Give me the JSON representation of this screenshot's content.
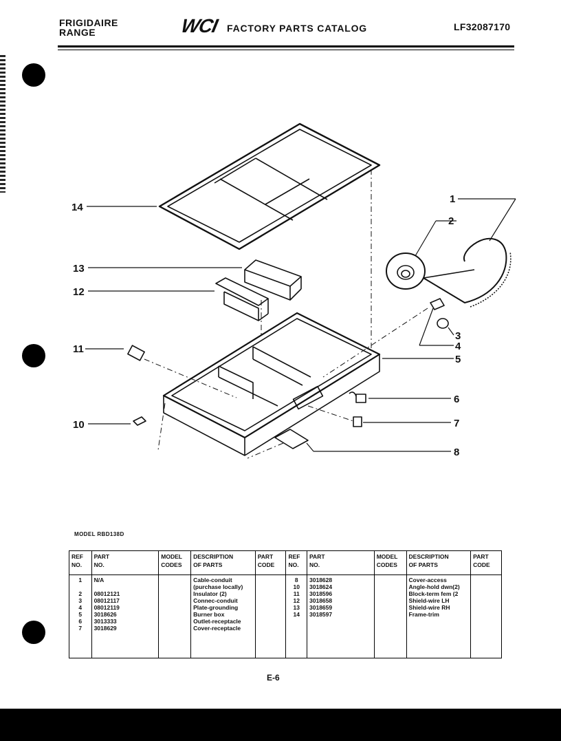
{
  "header": {
    "brand_line1": "FRIGIDAIRE",
    "brand_line2": "RANGE",
    "logo": "WCI",
    "catalog_title": "FACTORY PARTS CATALOG",
    "catalog_number": "LF32087170"
  },
  "diagram": {
    "callouts": [
      "1",
      "2",
      "3",
      "4",
      "5",
      "6",
      "7",
      "8",
      "10",
      "11",
      "12",
      "13",
      "14"
    ]
  },
  "model_label": "MODEL RBD138D",
  "table": {
    "headers": {
      "ref_no": [
        "REF",
        "NO."
      ],
      "part_no": [
        "PART",
        "NO."
      ],
      "model_codes": [
        "MODEL",
        "CODES"
      ],
      "description": [
        "DESCRIPTION",
        "OF PARTS"
      ],
      "part_code": [
        "PART",
        "CODE"
      ]
    },
    "left_rows": [
      {
        "ref": "1",
        "part": "N/A",
        "model": "",
        "desc": "Cable-conduit",
        "code": ""
      },
      {
        "ref": "",
        "part": "",
        "model": "",
        "desc": "(purchase locally)",
        "code": ""
      },
      {
        "ref": "2",
        "part": "08012121",
        "model": "",
        "desc": "Insulator (2)",
        "code": ""
      },
      {
        "ref": "3",
        "part": "08012117",
        "model": "",
        "desc": "Connec-conduit",
        "code": ""
      },
      {
        "ref": "4",
        "part": "08012119",
        "model": "",
        "desc": "Plate-grounding",
        "code": ""
      },
      {
        "ref": "5",
        "part": "3018626",
        "model": "",
        "desc": "Burner box",
        "code": ""
      },
      {
        "ref": "6",
        "part": "3013333",
        "model": "",
        "desc": "Outlet-receptacle",
        "code": ""
      },
      {
        "ref": "7",
        "part": "3018629",
        "model": "",
        "desc": "Cover-receptacle",
        "code": ""
      }
    ],
    "right_rows": [
      {
        "ref": "8",
        "part": "3018628",
        "model": "",
        "desc": "Cover-access",
        "code": ""
      },
      {
        "ref": "10",
        "part": "3018624",
        "model": "",
        "desc": "Angle-hold dwn(2)",
        "code": ""
      },
      {
        "ref": "11",
        "part": "3018596",
        "model": "",
        "desc": "Block-term fem (2",
        "code": ""
      },
      {
        "ref": "12",
        "part": "3018658",
        "model": "",
        "desc": "Shield-wire LH",
        "code": ""
      },
      {
        "ref": "13",
        "part": "3018659",
        "model": "",
        "desc": "Shield-wire RH",
        "code": ""
      },
      {
        "ref": "14",
        "part": "3018597",
        "model": "",
        "desc": "Frame-trim",
        "code": ""
      }
    ]
  },
  "page_number": "E-6"
}
